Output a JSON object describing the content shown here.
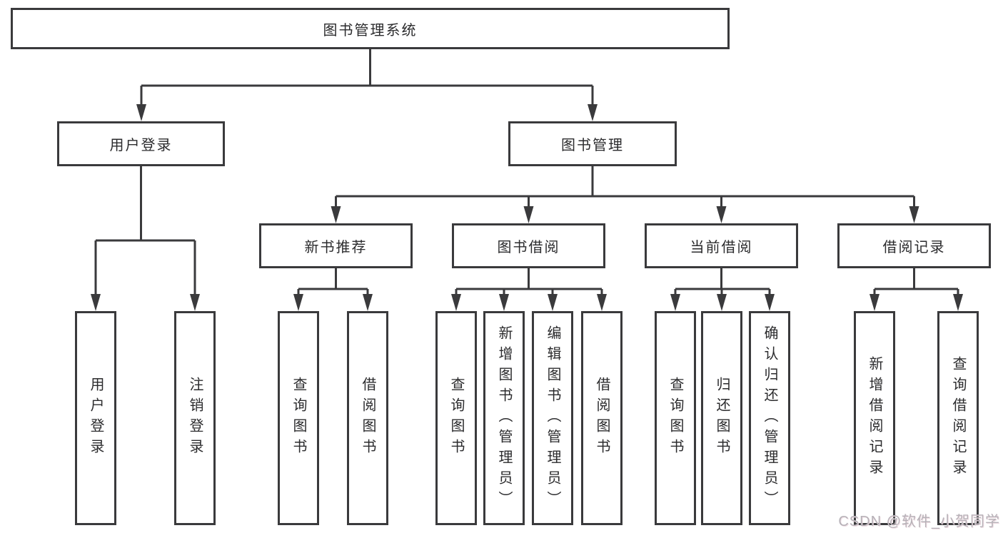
{
  "tree": {
    "root": "图书管理系统",
    "branches": [
      {
        "label": "用户登录",
        "leaves": [
          "用户登录",
          "注销登录"
        ]
      },
      {
        "label": "图书管理",
        "children": [
          {
            "label": "新书推荐",
            "leaves": [
              "查询图书",
              "借阅图书"
            ]
          },
          {
            "label": "图书借阅",
            "leaves": [
              "查询图书",
              "新增图书（管理员）",
              "编辑图书（管理员）",
              "借阅图书"
            ]
          },
          {
            "label": "当前借阅",
            "leaves": [
              "查询图书",
              "归还图书",
              "确认归还（管理员）"
            ]
          },
          {
            "label": "借阅记录",
            "leaves": [
              "新增借阅记录",
              "查询借阅记录"
            ]
          }
        ]
      }
    ]
  },
  "watermark": {
    "text": "CSDN @软件_小贺同学"
  },
  "colors": {
    "line": "#3a3a3c",
    "text": "#2b2b2d",
    "background": "#ffffff",
    "watermark": "#b7b2b8"
  }
}
